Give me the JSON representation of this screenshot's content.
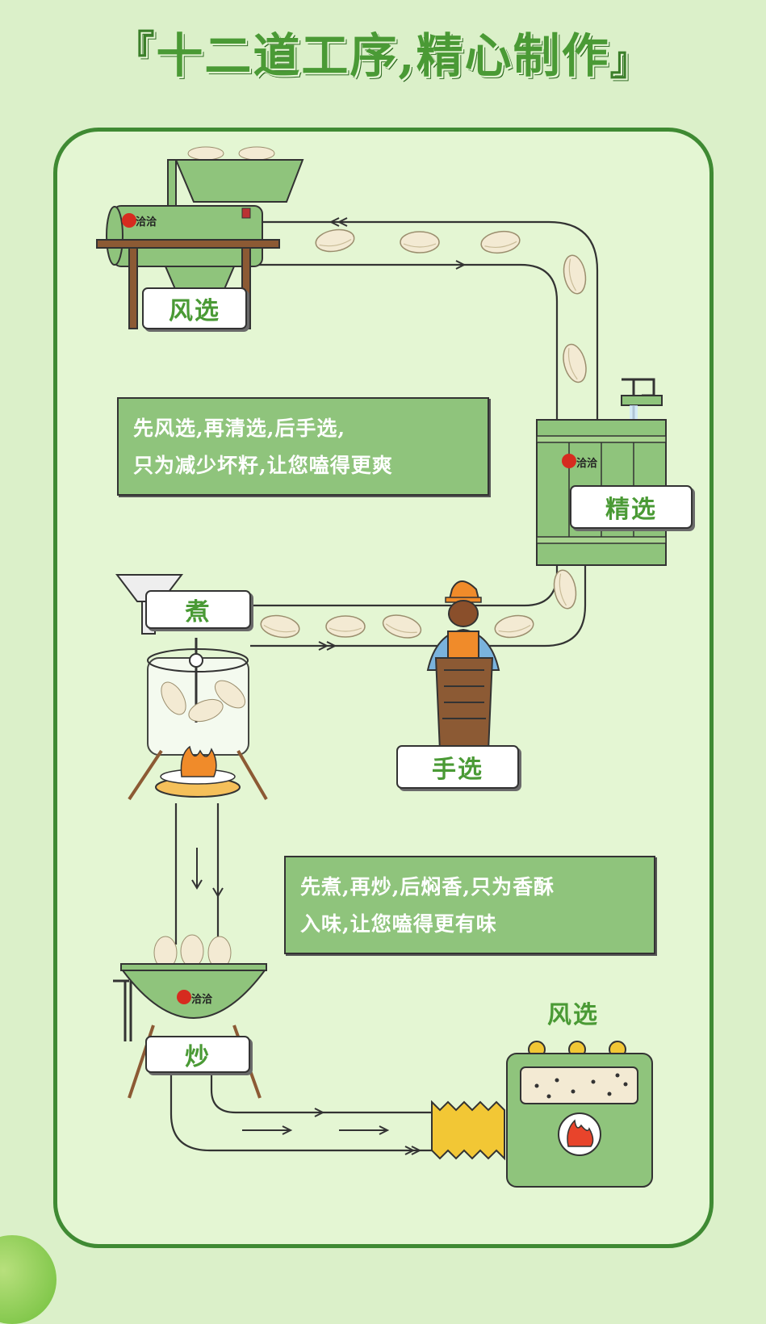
{
  "title": "十二道工序,精心制作",
  "title_bracket_left": "『",
  "title_bracket_right": "』",
  "steps": {
    "winnow": "风选",
    "refine": "精选",
    "boil": "煮",
    "hand": "手选",
    "fry": "炒",
    "final": "风选"
  },
  "notes": {
    "first": [
      "先风选,再清选,后手选,",
      "只为减少坏籽,让您嗑得更爽"
    ],
    "second": [
      "先煮,再炒,后焖香,只为香酥",
      "入味,让您嗑得更有味"
    ]
  },
  "brand": "洽洽",
  "colors": {
    "background": "#dbf0c9",
    "panel": "#e4f6d3",
    "border": "#3f8a33",
    "title": "#4a9a35",
    "machine": "#8fc47c",
    "note_bg": "#8fc47c",
    "fire": "#e8442b",
    "seed": "#f3ead3"
  },
  "icons": [
    "winnowing-machine-icon",
    "washing-tank-icon",
    "worker-icon",
    "boiling-pot-icon",
    "wok-icon",
    "dryer-icon",
    "seed-icon",
    "fire-icon"
  ]
}
